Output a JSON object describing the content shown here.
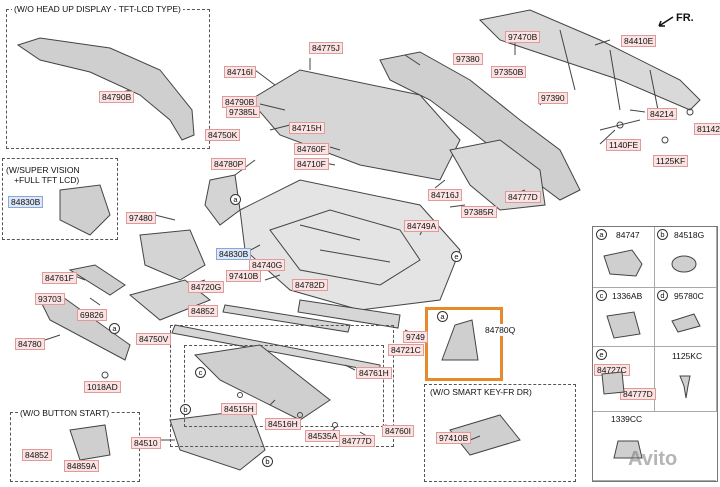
{
  "variants": {
    "hud": "(W/O HEAD UP DISPLAY - TFT-LCD TYPE)",
    "super_vision_1": "(W/SUPER VISION",
    "super_vision_2": "+FULL TFT LCD)",
    "button_start": "(W/O BUTTON START)",
    "smart_key": "(W/O SMART KEY-FR DR)"
  },
  "direction": "FR.",
  "watermark": "Avito",
  "parts": {
    "p84775J": "84775J",
    "p84716I": "84716I",
    "p84790B_top": "84790B",
    "p84790B": "84790B",
    "p97385L": "97385L",
    "p84750K": "84750K",
    "p84715H": "84715H",
    "p84760F": "84760F",
    "p84710F": "84710F",
    "p97380": "97380",
    "p97470B": "97470B",
    "p97350B": "97350B",
    "p97390": "97390",
    "p84410E": "84410E",
    "p84214": "84214",
    "p81142": "81142",
    "p1140FE": "1140FE",
    "p1125KF": "1125KF",
    "p84780P": "84780P",
    "p84716J": "84716J",
    "p97385R": "97385R",
    "p84777D_top": "84777D",
    "p84749A": "84749A",
    "p97480": "97480",
    "p84830B_sv": "84830B",
    "p84830B": "84830B",
    "p84740G": "84740G",
    "p84761F": "84761F",
    "p84720G": "84720G",
    "p97410B": "97410B",
    "p84782D": "84782D",
    "p93703": "93703",
    "p69826": "69826",
    "p84852": "84852",
    "p84780": "84780",
    "p84750V": "84750V",
    "p1018AD": "1018AD",
    "p9749": "9749",
    "p84721C": "84721C",
    "p84761H": "84761H",
    "p84780Q": "84780Q",
    "p84515H": "84515H",
    "p84516H": "84516H",
    "p84535A": "84535A",
    "p84777D": "84777D",
    "p84760I": "84760I",
    "p84510": "84510",
    "p84852_bs": "84852",
    "p84859A": "84859A",
    "p97410B_sk": "97410B"
  },
  "legend": {
    "a": "84747",
    "b": "84518G",
    "c": "1336AB",
    "d": "95780C",
    "e1": "84727C",
    "e2": "84777D",
    "f": "1125KC",
    "g": "1339CC"
  },
  "callouts": {
    "a": "a",
    "b": "b",
    "c": "c",
    "d": "d",
    "e": "e"
  }
}
